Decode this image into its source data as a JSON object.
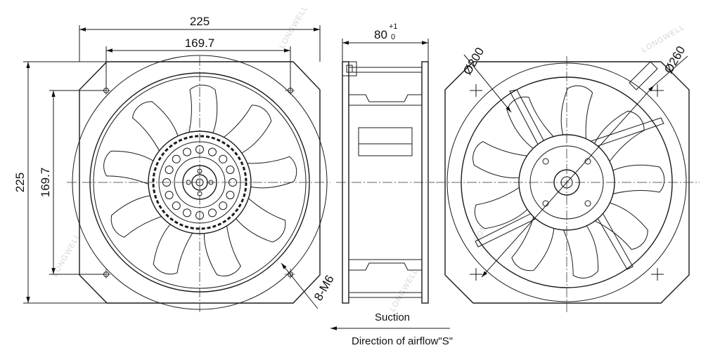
{
  "front_view": {
    "overall_width": "225",
    "hole_spacing_width": "169.7",
    "overall_height": "225",
    "hole_spacing_height": "169.7",
    "mounting_holes": "8-M6"
  },
  "side_view": {
    "depth_value": "80",
    "tolerance_upper": "+1",
    "tolerance_lower": "0",
    "suction_label": "Suction",
    "airflow_label": "Direction of airflow\"S\""
  },
  "rear_view": {
    "inner_diameter": "Ø200",
    "outer_diameter": "Ø260"
  },
  "watermark": "LONGWELL"
}
